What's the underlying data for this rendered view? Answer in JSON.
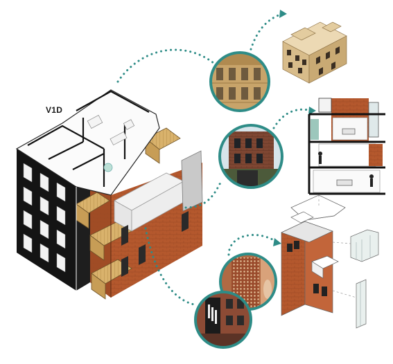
{
  "diagram": {
    "unit_label": "V1D",
    "colors": {
      "brick": "#b4582d",
      "brick_dark": "#8f4322",
      "cladding_black": "#141414",
      "timber": "#d9b26c",
      "connector": "#2e8c87",
      "circle_ring": "#2e8c87",
      "model_wood": "#dcc398"
    },
    "icons": [
      "dotted-arrow-icon",
      "photo-circle",
      "section-view",
      "exploded-axonometric"
    ]
  }
}
